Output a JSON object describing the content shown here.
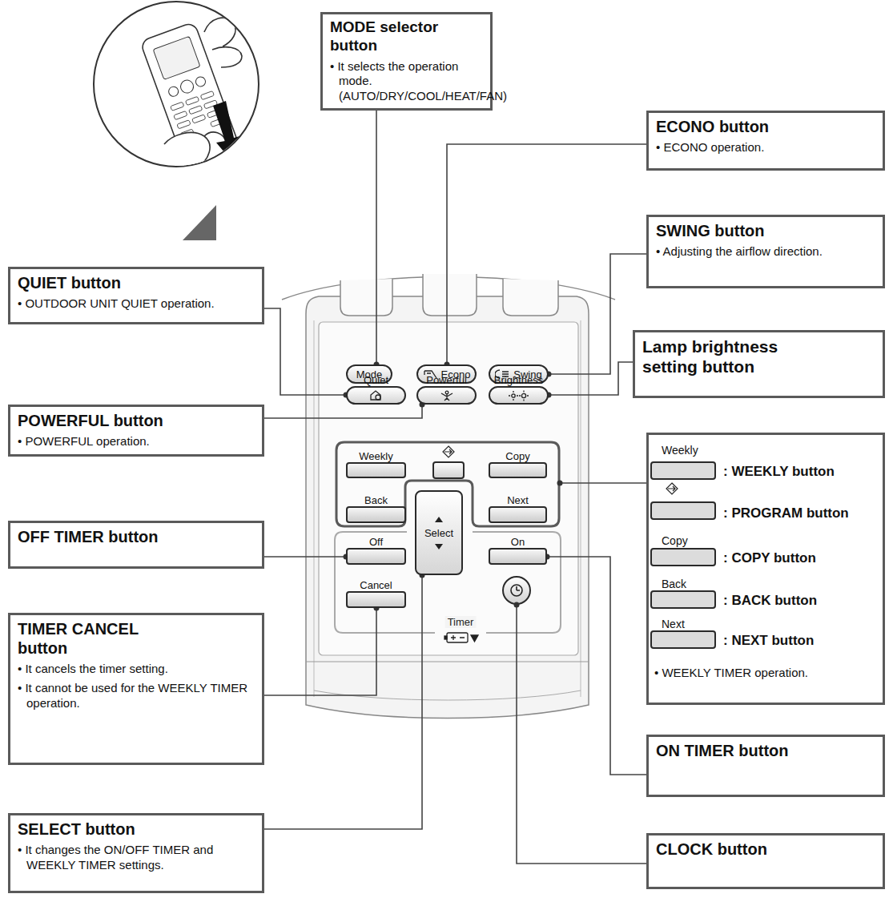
{
  "diagram": {
    "nodes": [
      {
        "text": [
          "MODE selector button",
          "• It selects the operation mode. (AUTO/DRY/COOL/HEAT/FAN)"
        ]
      },
      {
        "text": [
          "ECONO button",
          "• ECONO operation."
        ]
      },
      {
        "text": [
          "SWING button",
          "• Adjusting the airflow direction."
        ]
      },
      {
        "text": [
          "QUIET button",
          "• OUTDOOR UNIT QUIET operation."
        ]
      },
      {
        "text": [
          "Lamp brightness setting button"
        ]
      },
      {
        "text": [
          "POWERFUL button",
          "• POWERFUL operation."
        ]
      },
      {
        "text": [
          "Weekly",
          ": WEEKLY button",
          ": PROGRAM button",
          "Copy",
          ": COPY button",
          "Back",
          ": BACK button",
          "Next",
          ": NEXT button",
          "• WEEKLY TIMER operation."
        ]
      },
      {
        "text": [
          "OFF TIMER button"
        ]
      },
      {
        "text": [
          "TIMER CANCEL button",
          "• It cancels the timer setting.",
          "• It cannot be used for the WEEKLY TIMER operation."
        ]
      },
      {
        "text": [
          "ON TIMER button"
        ]
      },
      {
        "text": [
          "SELECT button",
          "• It changes the ON/OFF TIMER and WEEKLY TIMER settings."
        ]
      },
      {
        "text": [
          "CLOCK button"
        ]
      },
      {
        "text": [
          "Mode"
        ]
      },
      {
        "text": [
          "Econo"
        ]
      },
      {
        "text": [
          "Swing"
        ]
      },
      {
        "text": [
          "Quiet"
        ]
      },
      {
        "text": [
          "Powerful"
        ]
      },
      {
        "text": [
          "Brightness"
        ]
      },
      {
        "text": [
          "Weekly"
        ]
      },
      {
        "text": [
          "Copy"
        ]
      },
      {
        "text": [
          "Back"
        ]
      },
      {
        "text": [
          "Next"
        ]
      },
      {
        "text": [
          "Select"
        ]
      },
      {
        "text": [
          "Off"
        ]
      },
      {
        "text": [
          "On"
        ]
      },
      {
        "text": [
          "Cancel"
        ]
      }
    ],
    "edges": [
      {
        "from": 0,
        "to": 12,
        "arrow": "none"
      },
      {
        "from": 1,
        "to": 13,
        "arrow": "none"
      },
      {
        "from": 2,
        "to": 14,
        "arrow": "none"
      },
      {
        "from": 3,
        "to": 15,
        "arrow": "none"
      },
      {
        "from": 4,
        "to": 17,
        "arrow": "none"
      },
      {
        "from": 5,
        "to": 16,
        "arrow": "none"
      },
      {
        "from": 7,
        "to": 23,
        "arrow": "none"
      },
      {
        "from": 8,
        "to": 25,
        "arrow": "none"
      },
      {
        "from": 9,
        "to": 24,
        "arrow": "none"
      },
      {
        "from": 10,
        "to": 22,
        "arrow": "none"
      }
    ],
    "labels": [
      "Timer"
    ]
  }
}
